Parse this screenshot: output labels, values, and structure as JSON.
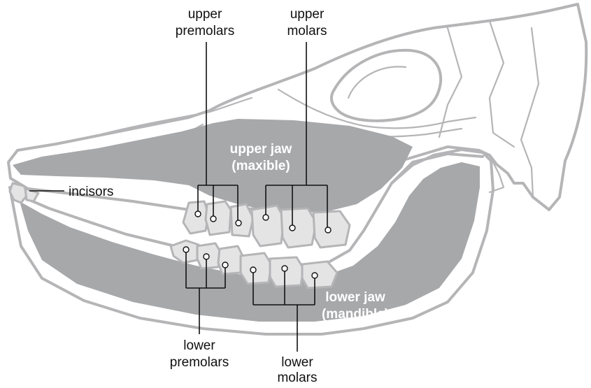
{
  "diagram": {
    "colors": {
      "outline": "#b5b5b7",
      "bone_fill": "#a7a8aa",
      "tooth_fill": "#e4e4e5",
      "label_text": "#111111",
      "inner_label_text": "#ffffff"
    },
    "labels": {
      "upper_premolars": {
        "line1": "upper",
        "line2": "premolars"
      },
      "upper_molars": {
        "line1": "upper",
        "line2": "molars"
      },
      "upper_jaw": {
        "line1": "upper jaw",
        "line2": "(maxible)"
      },
      "incisors": "incisors",
      "lower_jaw": {
        "line1": "lower jaw",
        "line2": "(mandible)"
      },
      "lower_premolars": {
        "line1": "lower",
        "line2": "premolars"
      },
      "lower_molars": {
        "line1": "lower",
        "line2": "molars"
      }
    }
  }
}
